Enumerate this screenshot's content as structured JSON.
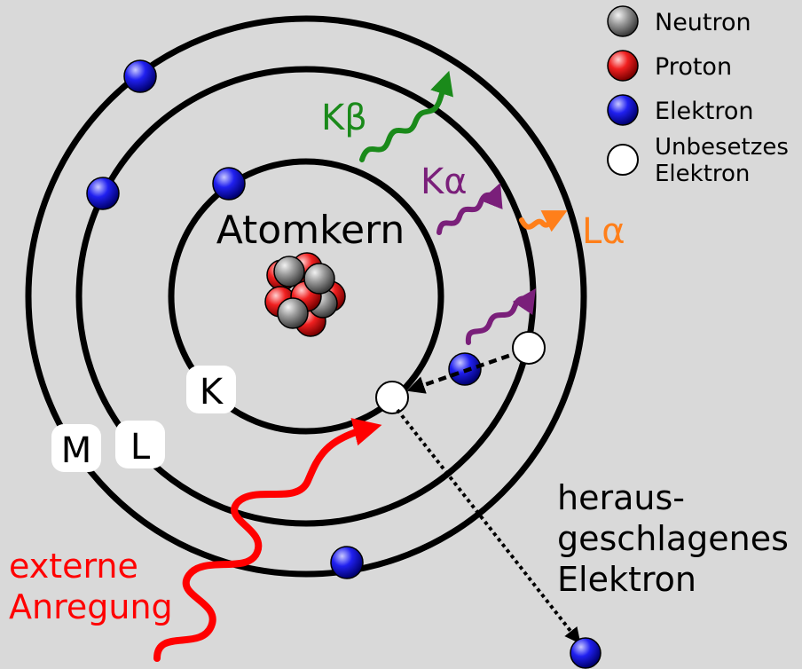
{
  "legend": {
    "neutron": "Neutron",
    "proton": "Proton",
    "electron": "Elektron",
    "vacancy_line1": "Unbesetzes",
    "vacancy_line2": "Elektron"
  },
  "labels": {
    "nucleus": "Atomkern",
    "shell_k": "K",
    "shell_l": "L",
    "shell_m": "M",
    "k_beta": "Kβ",
    "k_alpha": "Kα",
    "l_alpha": "Lα",
    "ejected_line1": "heraus-",
    "ejected_line2": "geschlagenes",
    "ejected_line3": "Elektron",
    "excitation_line1": "externe",
    "excitation_line2": "Anregung"
  },
  "colors": {
    "background": "#d9d9d9",
    "shell": "#000000",
    "excitation": "#ff0000",
    "k_beta": "#1a8a1a",
    "k_alpha": "#7a1f7a",
    "l_alpha": "#ff7f1a",
    "neutron": "#8a8a8a",
    "proton": "#f02020",
    "electron": "#1a1aee"
  }
}
